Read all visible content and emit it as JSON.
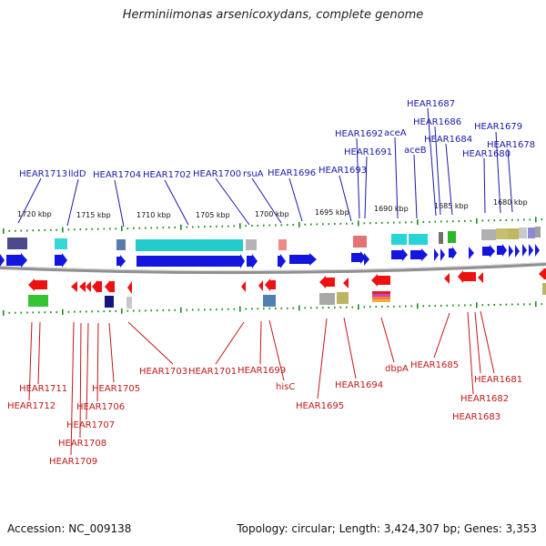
{
  "title": "Herminiimonas arsenicoxydans, complete genome",
  "footer": {
    "accession": "Accession: NC_009138",
    "summary": "Topology: circular; Length: 3,424,307 bp; Genes: 3,353"
  },
  "colors": {
    "forward_gene": "#1515e0",
    "reverse_gene": "#ee1111",
    "top_label": "#1a1aa8",
    "bottom_label": "#c01818",
    "tick": "#1f8a1f"
  },
  "scale_ticks": [
    "1720 kbp",
    "1715 kbp",
    "1710 kbp",
    "1705 kbp",
    "1700 kbp",
    "1695 kbp",
    "1690 kbp",
    "1685 kbp",
    "1680 kbp"
  ],
  "top_labels": [
    "HEAR1713",
    "lldD",
    "HEAR1704",
    "HEAR1702",
    "HEAR1700",
    "rsuA",
    "HEAR1696",
    "HEAR1693",
    "HEAR1692",
    "aceA",
    "HEAR1691",
    "aceB",
    "HEAR1687",
    "HEAR1686",
    "HEAR1684",
    "HEAR1680",
    "HEAR1679",
    "HEAR1678"
  ],
  "bottom_labels": [
    "HEAR1711",
    "HEAR1712",
    "HEAR1709",
    "HEAR1708",
    "HEAR1707",
    "HEAR1706",
    "HEAR1705",
    "HEAR1703",
    "HEAR1701",
    "HEAR1699",
    "hisC",
    "HEAR1695",
    "HEAR1694",
    "dbpA",
    "HEAR1685",
    "HEAR1682",
    "HEAR1683",
    "HEAR1681"
  ]
}
